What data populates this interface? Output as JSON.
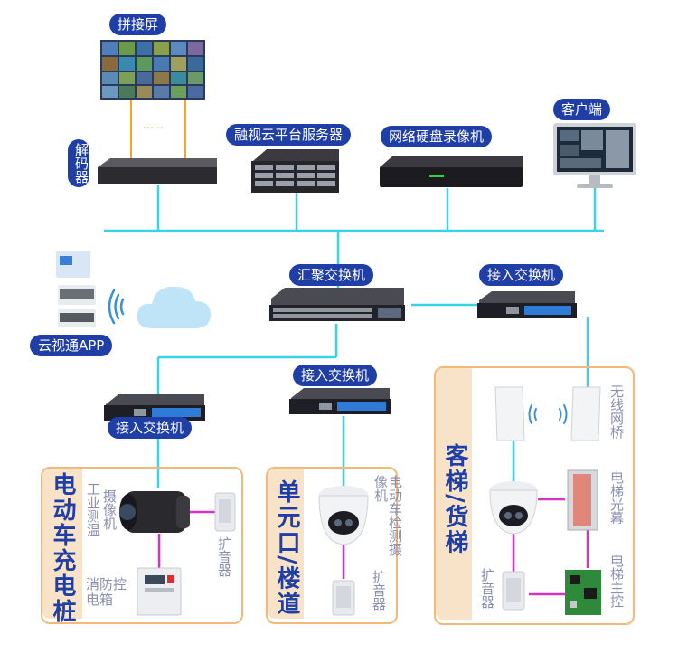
{
  "labels": {
    "video_wall": "拼接屏",
    "decoder": "解码器",
    "cloud_server": "融视云平台服务器",
    "nvr": "网络硬盘录像机",
    "client": "客户端",
    "core_switch": "汇聚交换机",
    "access_switch_top": "接入交换机",
    "access_switch_left": "接入交换机",
    "access_switch_mid": "接入交换机",
    "app": "云视通APP",
    "dots": "……"
  },
  "zones": {
    "ev": {
      "title": "电动车充电桩",
      "camera": "摄像机",
      "thermal": "工业测温",
      "speaker": "扩音器",
      "fire_box": "消防控电箱"
    },
    "unit": {
      "title": "单元口/楼道",
      "camera": "电动车检测摄像机",
      "speaker": "扩音器"
    },
    "elevator": {
      "title": "客梯/货梯",
      "wireless_bridge": "无线网桥",
      "light_curtain": "电梯光幕",
      "controller": "电梯主控",
      "speaker": "扩音器"
    }
  },
  "colors": {
    "label_bg": "#1f3fa6",
    "network_line": "#37d3e6",
    "orange_line": "#f5a623",
    "magenta_line": "#d930c8",
    "zone_border": "#f3b97a"
  }
}
